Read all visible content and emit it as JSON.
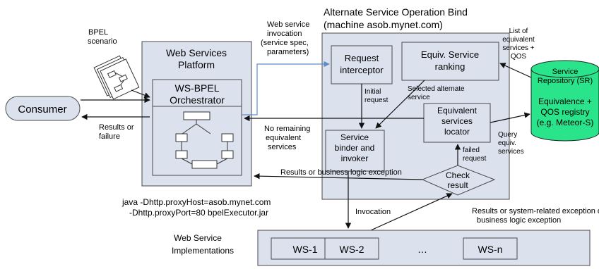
{
  "asob": {
    "title": "Alternate Service Operation Bind",
    "machine": "(machine asob.mynet.com)"
  },
  "bpel_scenario": [
    "BPEL",
    "scenario"
  ],
  "consumer": "Consumer",
  "platform": {
    "title": [
      "Web Services",
      "Platform"
    ],
    "orchestrator": [
      "WS-BPEL",
      "Orchestrator"
    ]
  },
  "components": {
    "request_interceptor": [
      "Request",
      "interceptor"
    ],
    "equiv_ranking": [
      "Equiv. Service",
      "ranking"
    ],
    "equiv_locator": [
      "Equivalent",
      "services",
      "locator"
    ],
    "binder": [
      "Service",
      "binder and",
      "invoker"
    ],
    "check_result": [
      "Check",
      "result"
    ]
  },
  "repository": {
    "title": [
      "Service",
      "Repository (SR)"
    ],
    "body": [
      "Equivalence +",
      "QOS registry",
      "(e.g. Meteor-S)"
    ]
  },
  "labels": {
    "ws_invocation": [
      "Web service",
      "invocation",
      "(service spec,",
      "parameters)"
    ],
    "list_equiv": [
      "List of",
      "equivalent",
      "services +",
      "QOS"
    ],
    "initial_request": [
      "Initial",
      "request"
    ],
    "selected_alt": [
      "Selected alternate",
      "service"
    ],
    "query_equiv": [
      "Query",
      "equiv.",
      "services"
    ],
    "no_remaining": [
      "No remaining",
      "equivalent",
      "services"
    ],
    "results_failure": [
      "Results or",
      "failure"
    ],
    "failed_request": [
      "failed",
      "request"
    ],
    "results_business": "Results or business logic exception",
    "invocation": "Invocation",
    "results_system": [
      "Results or system-related exception or",
      "business logic exception"
    ],
    "java_cmd": [
      "java -Dhttp.proxyHost=asob.mynet.com",
      "-Dhttp.proxyPort=80 bpelExecutor.jar"
    ],
    "ws_impl": [
      "Web Service",
      "Implementations"
    ]
  },
  "ws_boxes": [
    "WS-1",
    "WS-2",
    "…",
    "WS-n"
  ],
  "colors": {
    "box_fill": "#dbe2ee",
    "box_stroke": "#4a4a4a",
    "repo_fill": "#29e48a",
    "blue_arrow": "#5b8dc8"
  }
}
